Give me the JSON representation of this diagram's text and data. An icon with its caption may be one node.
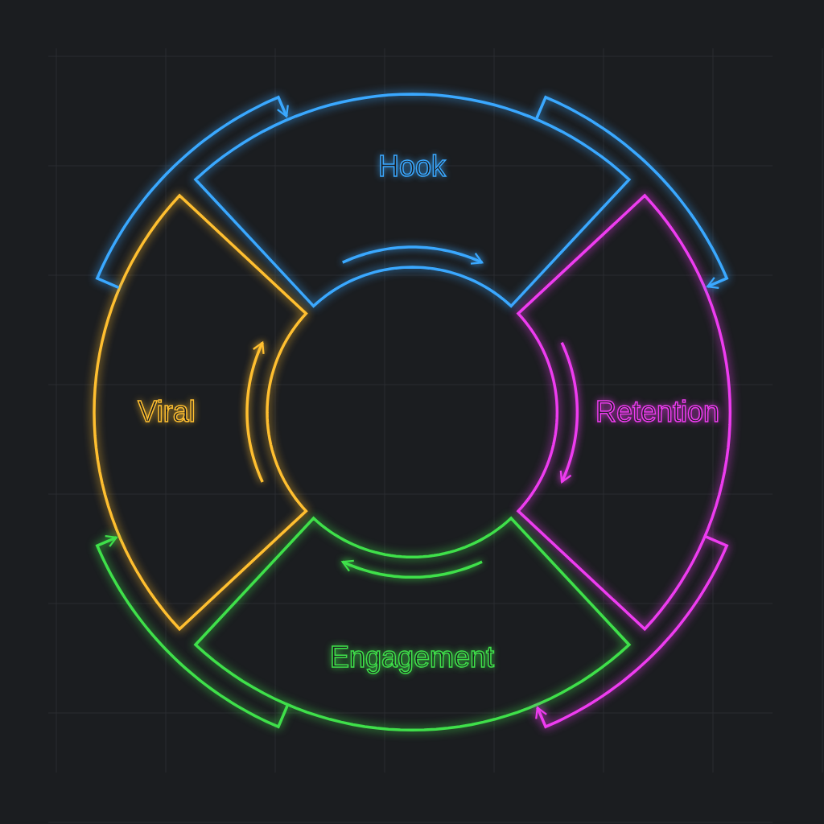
{
  "diagram": {
    "nodes": [
      {
        "text": [
          "Hook"
        ]
      },
      {
        "text": [
          "Retention"
        ]
      },
      {
        "text": [
          "Engagement"
        ]
      },
      {
        "text": [
          "Viral"
        ]
      }
    ],
    "edges": [
      {
        "from": 3,
        "to": 0,
        "arrow": "to",
        "color": "#3aa8ff"
      },
      {
        "from": 0,
        "to": 1,
        "arrow": "to",
        "color": "#3aa8ff"
      },
      {
        "from": 1,
        "to": 2,
        "arrow": "to",
        "color": "#ee3cf0"
      },
      {
        "from": 2,
        "to": 3,
        "arrow": "to",
        "color": "#3fe04a"
      }
    ]
  }
}
